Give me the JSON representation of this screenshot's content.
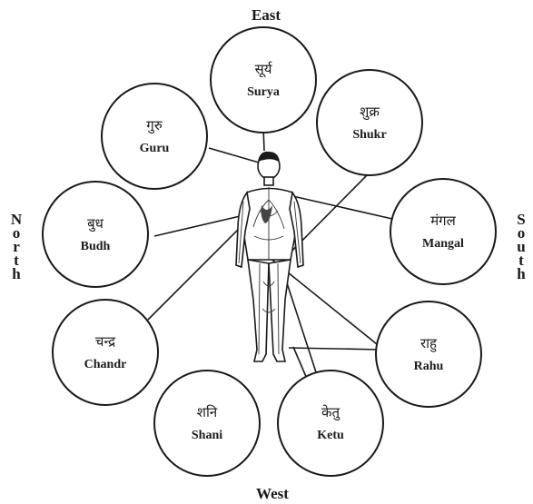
{
  "directions": {
    "east": "East",
    "west": "West",
    "north": "North",
    "south": "South"
  },
  "planets": [
    {
      "id": "surya",
      "devanagari": "सूर्य",
      "name": "Surya"
    },
    {
      "id": "shukr",
      "devanagari": "शुक्र",
      "name": "Shukr"
    },
    {
      "id": "mangal",
      "devanagari": "मंगल",
      "name": "Mangal"
    },
    {
      "id": "rahu",
      "devanagari": "राहु",
      "name": "Rahu"
    },
    {
      "id": "ketu",
      "devanagari": "केतु",
      "name": "Ketu"
    },
    {
      "id": "shani",
      "devanagari": "शनि",
      "name": "Shani"
    },
    {
      "id": "chandr",
      "devanagari": "चन्द्र",
      "name": "Chandr"
    },
    {
      "id": "budh",
      "devanagari": "बुध",
      "name": "Budh"
    },
    {
      "id": "guru",
      "devanagari": "गुरु",
      "name": "Guru"
    }
  ]
}
